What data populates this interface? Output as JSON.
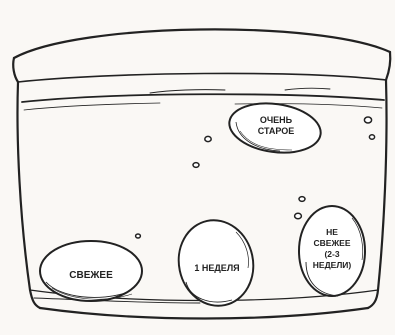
{
  "eggs": [
    {
      "id": "fresh",
      "label_lines": [
        "СВЕЖЕЕ"
      ]
    },
    {
      "id": "one-week",
      "label_lines": [
        "1 НЕДЕЛЯ"
      ]
    },
    {
      "id": "not-fresh",
      "label_lines": [
        "НЕ",
        "СВЕЖЕЕ",
        "(2-3",
        "НЕДЕЛИ)"
      ]
    },
    {
      "id": "very-old",
      "label_lines": [
        "ОЧЕНЬ",
        "СТАРОЕ"
      ]
    }
  ],
  "colors": {
    "ink": "#222222",
    "paper": "#faf8f5",
    "egg_fill": "#ffffff"
  }
}
